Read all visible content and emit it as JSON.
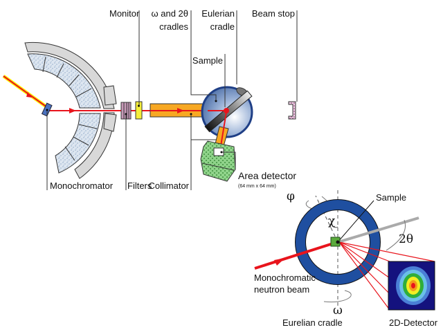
{
  "top_diagram": {
    "labels": {
      "monitor": "Monitor",
      "cradles_line1": "ω and 2θ",
      "cradles_line2": "cradles",
      "eulerian_line1": "Eulerian",
      "eulerian_line2": "cradle",
      "beam_stop": "Beam stop",
      "sample": "Sample",
      "monochromator": "Monochromator",
      "filters": "Filters",
      "collimator": "Collimator",
      "area_detector": "Area detector",
      "area_detector_size": "(64 mm x 64 mm)"
    }
  },
  "bottom_diagram": {
    "labels": {
      "phi": "φ",
      "chi": "χ",
      "sample": "Sample",
      "two_theta": "2θ",
      "beam_line1": "Monochromatic",
      "beam_line2": "neutron beam",
      "omega": "ω",
      "cradle": "Eurelian cradle",
      "detector": "2D-Detector"
    }
  },
  "colors": {
    "beam": "#e8141c",
    "incident_beam_glow": "#fff200",
    "collimator": "#f7a823",
    "ring": "#1f4fa0",
    "monitor": "#f5ee3a",
    "filter": "#c79ab8",
    "detector_bg": "#14127e"
  }
}
